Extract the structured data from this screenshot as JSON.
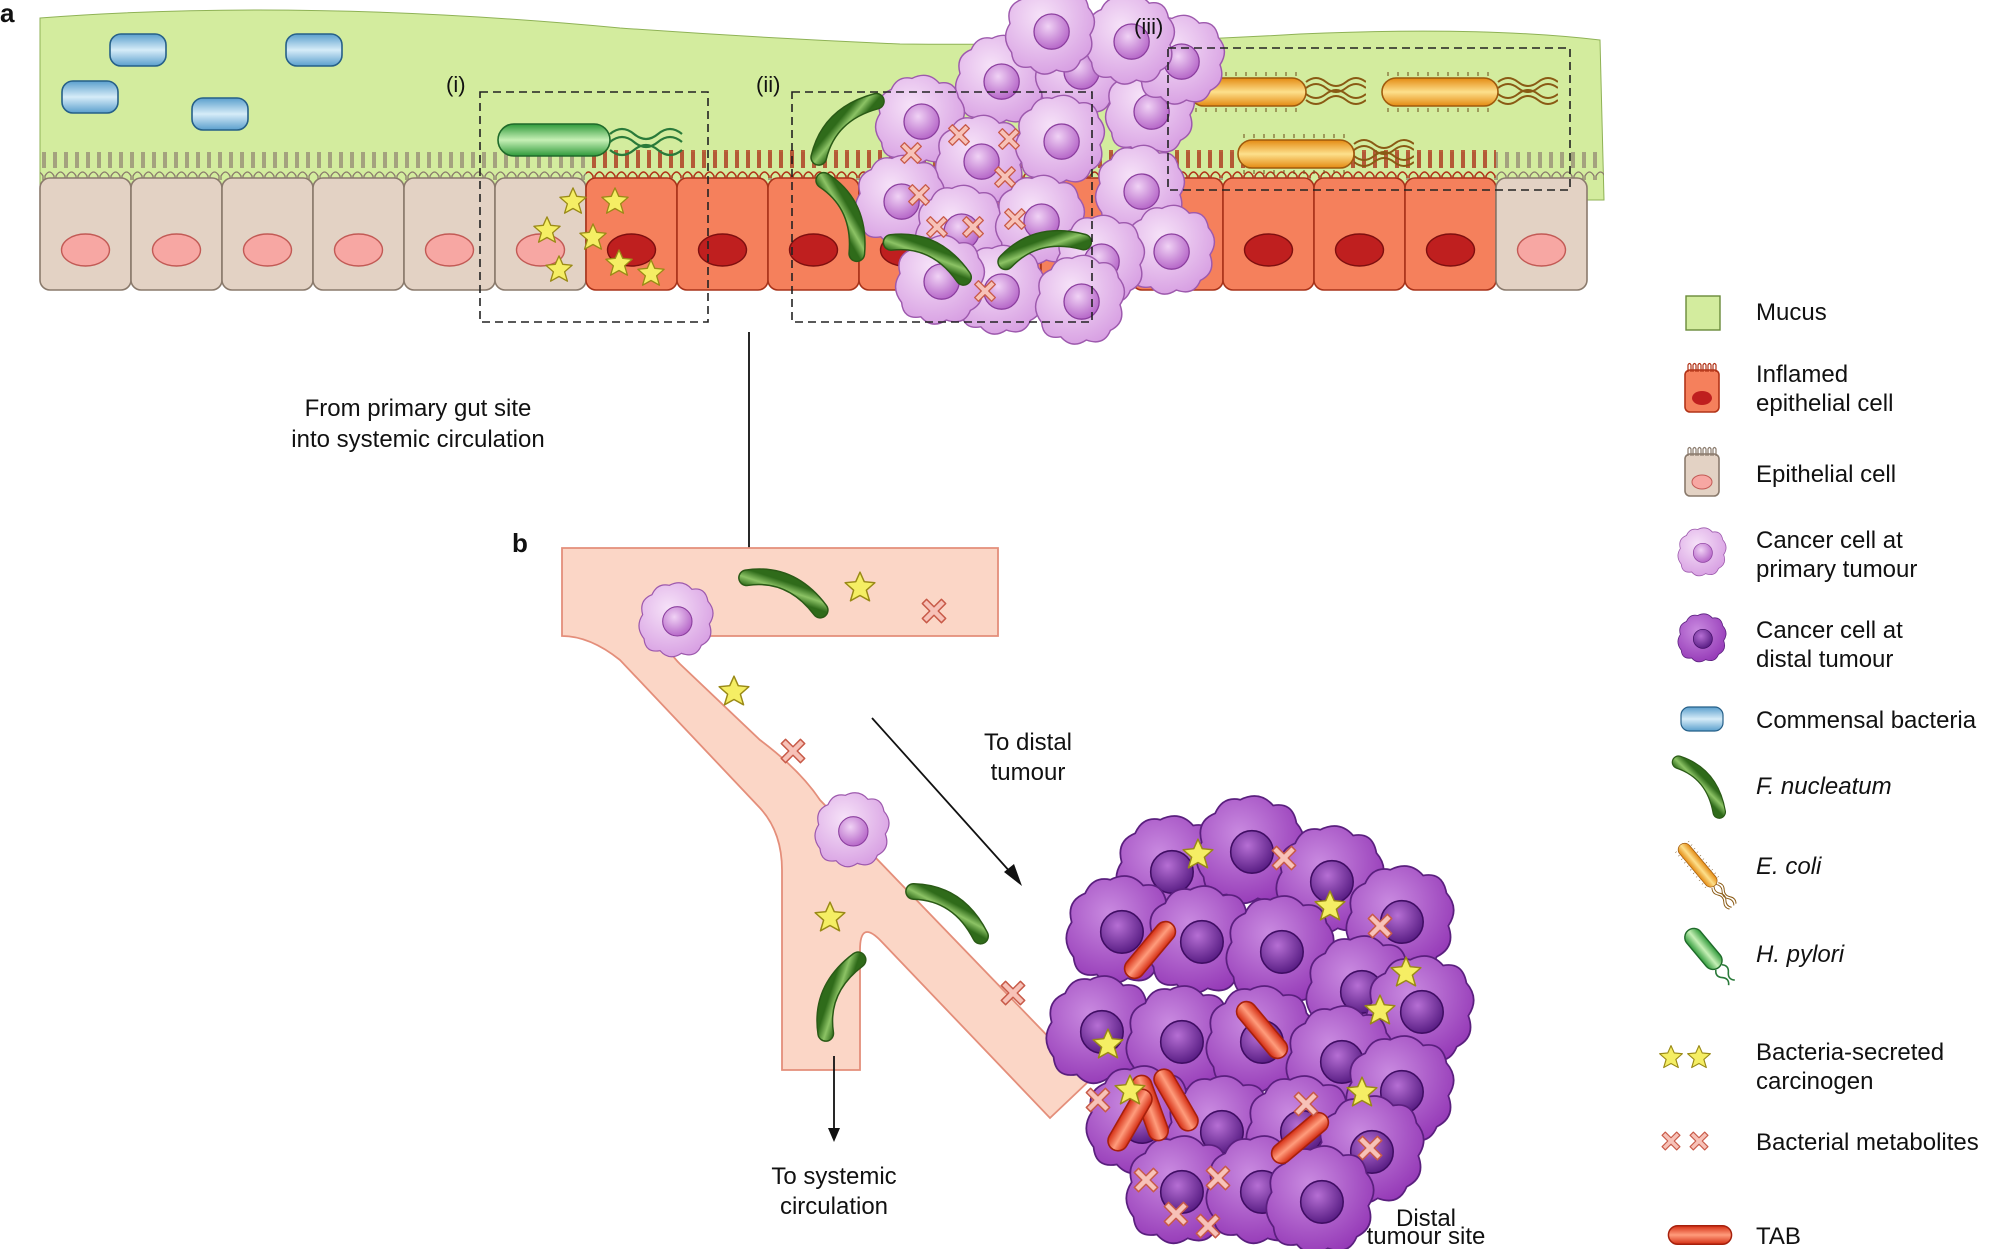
{
  "panels": {
    "a": "a",
    "b": "b"
  },
  "insets": {
    "i": "(i)",
    "ii": "(ii)",
    "iii": "(iii)"
  },
  "annotations": {
    "from_primary_line1": "From primary gut site",
    "from_primary_line2": "into systemic circulation",
    "to_distal_line1": "To distal",
    "to_distal_line2": "tumour",
    "to_systemic_line1": "To systemic",
    "to_systemic_line2": "circulation",
    "distal_site_line1": "Distal",
    "distal_site_line2": "tumour site"
  },
  "legend": {
    "mucus": "Mucus",
    "inflamed_line1": "Inflamed",
    "inflamed_line2": "epithelial cell",
    "epithelial": "Epithelial cell",
    "cancer_primary_line1": "Cancer cell at",
    "cancer_primary_line2": "primary tumour",
    "cancer_distal_line1": "Cancer cell at",
    "cancer_distal_line2": "distal tumour",
    "commensal": "Commensal bacteria",
    "fnucleatum": "F. nucleatum",
    "ecoli": "E. coli",
    "hpylori": "H. pylori",
    "carcinogen_line1": "Bacteria-secreted",
    "carcinogen_line2": "carcinogen",
    "metabolites": "Bacterial metabolites",
    "tab": "TAB"
  },
  "colors": {
    "mucus": "#d3ec9e",
    "epithelial": "#e3d2c4",
    "epithelial_nucleus": "#f7a7a3",
    "inflamed": "#f5805c",
    "inflamed_nucleus": "#bf1f1f",
    "cancer_primary": "#e4b5ec",
    "cancer_distal": "#a94ec4",
    "commensal": "#8cc4e6",
    "fnucleatum": "#4d8a2c",
    "ecoli": "#f4a72c",
    "hpylori": "#4fbb52",
    "carcinogen": "#f5ee64",
    "metabolite": "#f5b8b0",
    "tab": "#f24b2b",
    "vessel": "#fbd6c6"
  }
}
